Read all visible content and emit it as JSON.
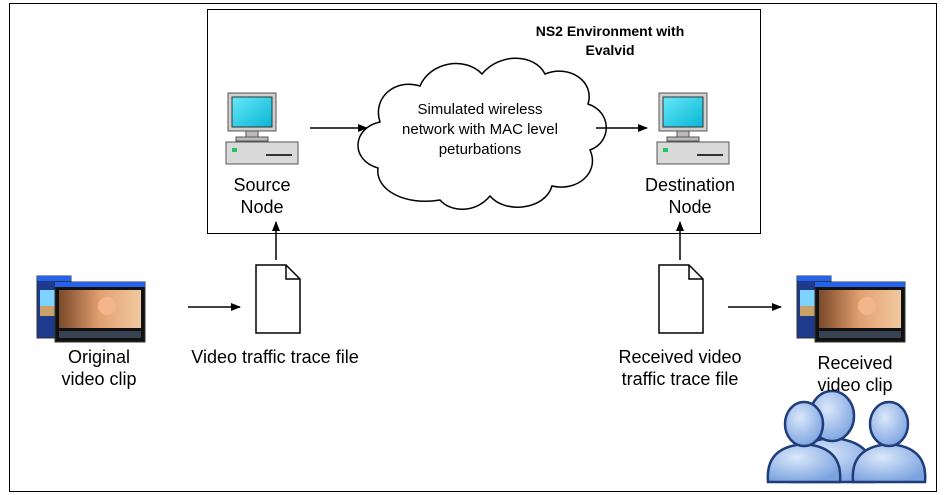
{
  "environment": {
    "title_line1": "NS2 Environment with",
    "title_line2": "Evalvid"
  },
  "cloud": {
    "line1": "Simulated wireless",
    "line2": "network with MAC level",
    "line3": "peturbations"
  },
  "source_node": {
    "line1": "Source",
    "line2": "Node"
  },
  "destination_node": {
    "line1": "Destination",
    "line2": "Node"
  },
  "original_clip": {
    "line1": "Original",
    "line2": "video clip"
  },
  "video_trace": {
    "label": "Video traffic trace file"
  },
  "received_trace": {
    "line1": "Received video",
    "line2": "traffic trace file"
  },
  "received_clip": {
    "line1": "Received",
    "line2": "video clip"
  },
  "colors": {
    "monitor_screen": "#22d3ee",
    "monitor_body": "#d9d9d9",
    "users": "#8fb4e8",
    "users_outline": "#1f3d7a",
    "film_warm": "#d98c5f"
  },
  "icons": [
    "computer-icon",
    "cloud-icon",
    "document-icon",
    "video-player-icon",
    "users-icon"
  ]
}
